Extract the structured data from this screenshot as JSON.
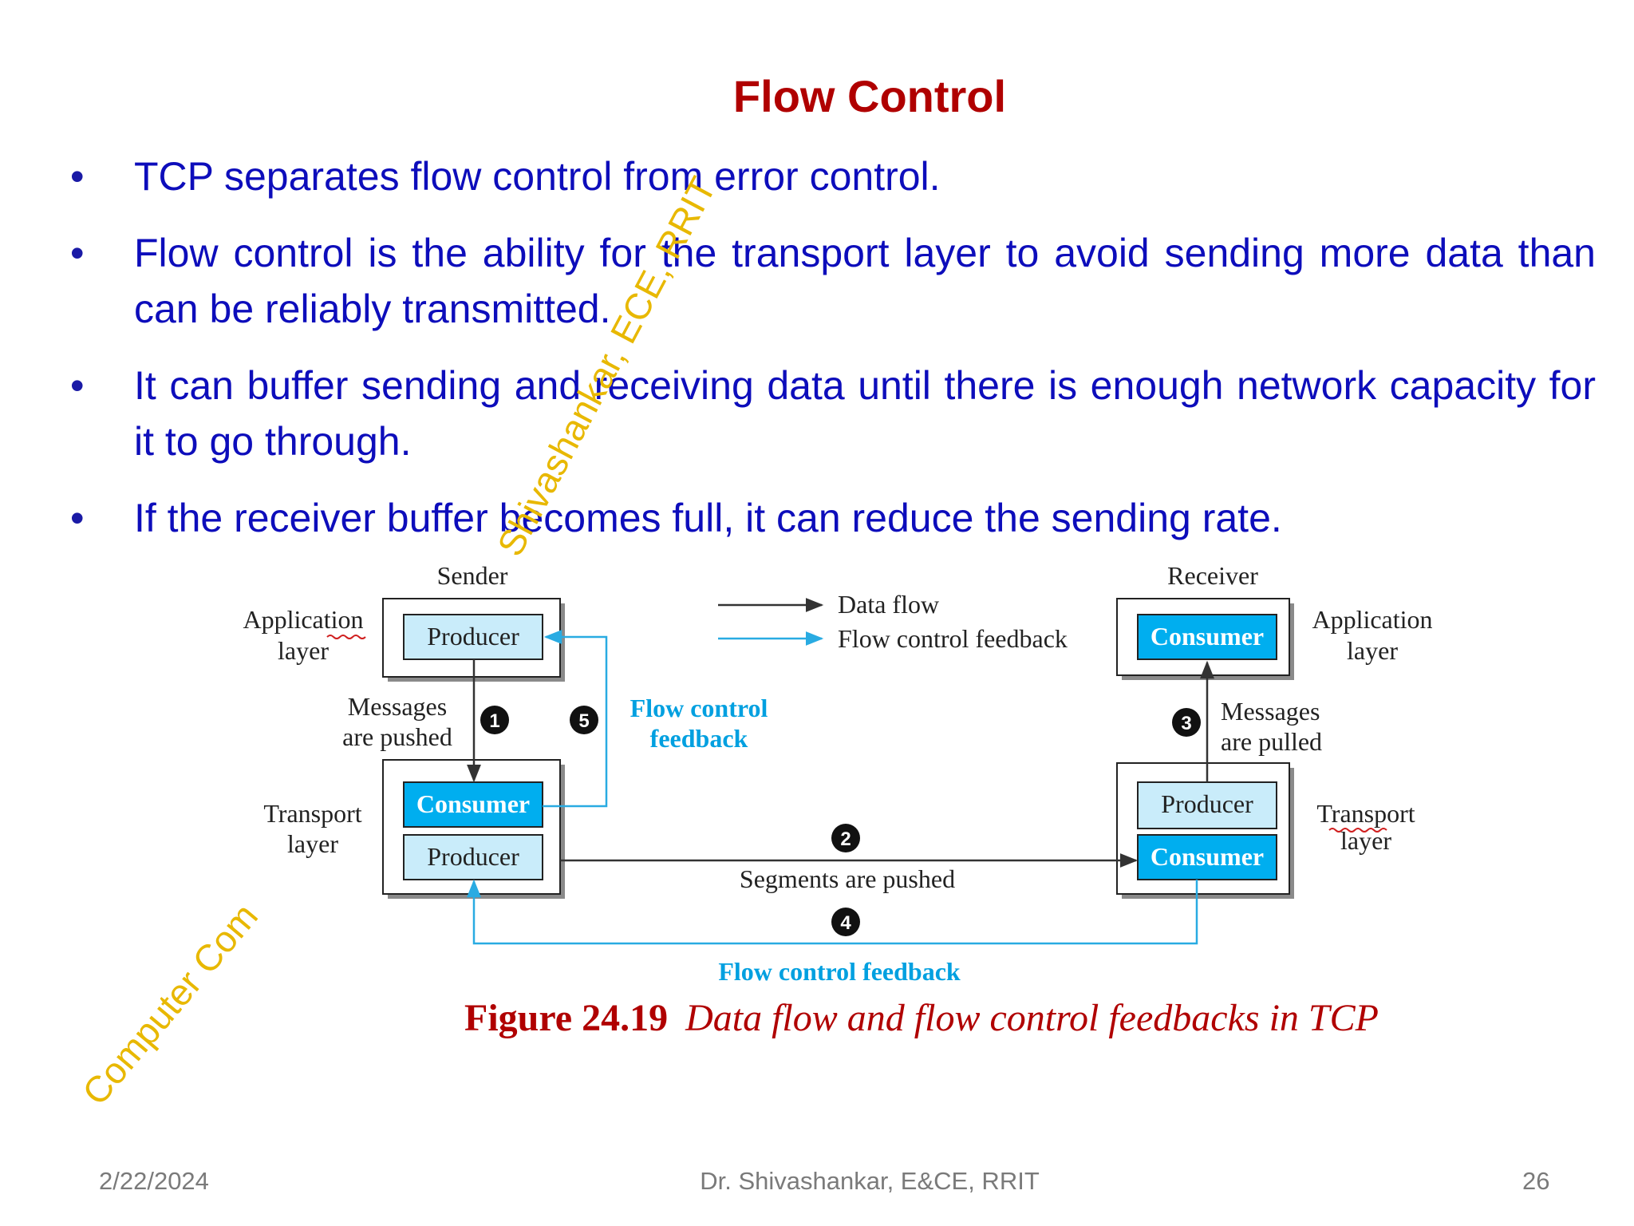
{
  "slide": {
    "title": "Flow Control",
    "bullets": [
      "TCP separates flow control from error control.",
      "Flow control is the ability for the transport layer to avoid sending more data than can be reliably transmitted.",
      "It can buffer sending and receiving data until there is enough network capacity for it to go through.",
      "If the receiver buffer becomes full, it can reduce the sending rate."
    ],
    "watermarks": [
      "Shivashankar, ECE, RRIT",
      "Computer Com"
    ]
  },
  "diagram": {
    "sender_label": "Sender",
    "receiver_label": "Receiver",
    "sender_app_layer": [
      "Application",
      "layer"
    ],
    "sender_transport_layer": [
      "Transport",
      "layer"
    ],
    "receiver_app_layer": [
      "Application",
      "layer"
    ],
    "receiver_transport_layer": [
      "Transport",
      "layer"
    ],
    "sender_app_box": "Producer",
    "sender_transport_top": "Consumer",
    "sender_transport_bottom": "Producer",
    "receiver_app_box": "Consumer",
    "receiver_transport_top": "Producer",
    "receiver_transport_bottom": "Consumer",
    "legend_data": "Data flow",
    "legend_feedback": "Flow control feedback",
    "messages_pushed": [
      "Messages",
      "are pushed"
    ],
    "messages_pulled": [
      "Messages",
      "are pulled"
    ],
    "feedback_5": [
      "Flow control",
      "feedback"
    ],
    "segments_pushed": "Segments are pushed",
    "feedback_4": "Flow control feedback",
    "steps": [
      "1",
      "2",
      "3",
      "4",
      "5"
    ],
    "colors": {
      "consumer_fill": "#00aeef",
      "producer_fill": "#c9ecfa",
      "feedback_line": "#29abe2",
      "feedback_text": "#00a0e0"
    }
  },
  "caption": {
    "figure": "Figure 24.19",
    "text": "Data flow and flow control feedbacks in TCP"
  },
  "footer": {
    "date": "2/22/2024",
    "author": "Dr. Shivashankar, E&CE, RRIT",
    "page": "26"
  }
}
